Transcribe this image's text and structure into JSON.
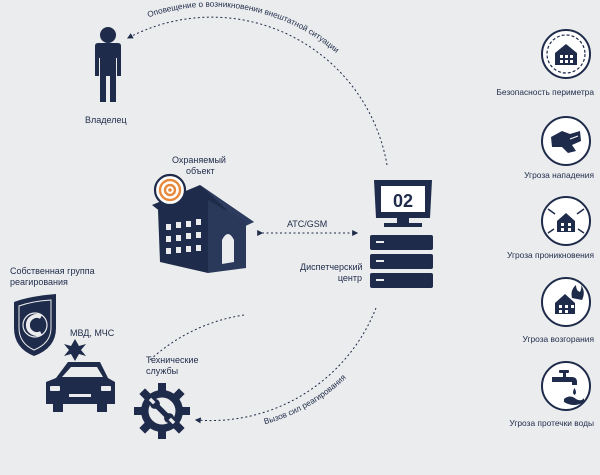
{
  "labels": {
    "owner": "Владелец",
    "protected_object": [
      "Охраняемый",
      "объект"
    ],
    "channel": "АТС/GSM",
    "dispatch_center": [
      "Диспетчерский",
      "центр"
    ],
    "monitor_number": "02",
    "own_response_group": [
      "Собственная группа",
      "реагирования"
    ],
    "police_emergency": "МВД, МЧС",
    "technical_services": [
      "Технические",
      "службы"
    ],
    "arc_top": "Оповещение о возникновении внештатной ситуации",
    "arc_bottom": "Вызов сил реагирования"
  },
  "threats": [
    {
      "label": "Безопасность периметра",
      "icon": "perimeter-icon"
    },
    {
      "label": "Угроза нападения",
      "icon": "attack-icon"
    },
    {
      "label": "Угроза проникновения",
      "icon": "intrusion-icon"
    },
    {
      "label": "Угроза возгорания",
      "icon": "fire-icon"
    },
    {
      "label": "Угроза протечки воды",
      "icon": "water-leak-icon"
    }
  ],
  "colors": {
    "primary": "#1e2b4a",
    "background": "#ebeced",
    "sensor_accent": "#e8883a"
  }
}
